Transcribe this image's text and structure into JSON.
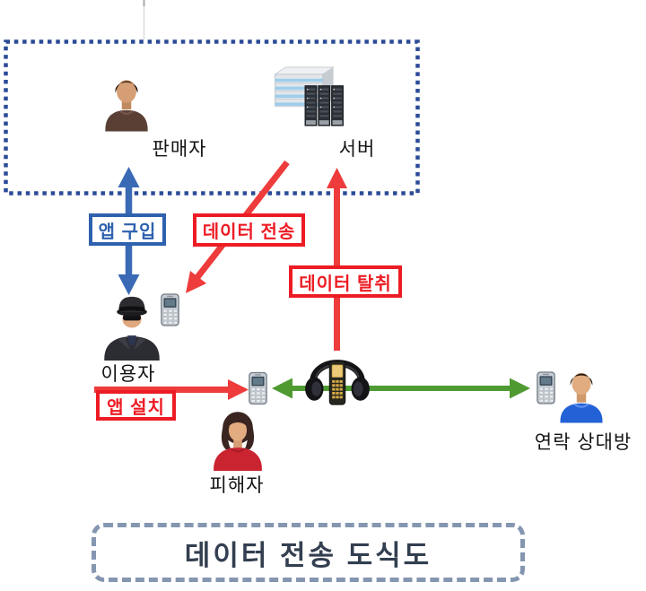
{
  "title": {
    "text": "데이터 전송 도식도"
  },
  "nodes": {
    "seller": {
      "label": "판매자"
    },
    "server": {
      "label": "서버"
    },
    "user": {
      "label": "이용자"
    },
    "victim": {
      "label": "피해자"
    },
    "contact": {
      "label": "연락 상대방"
    }
  },
  "edges": {
    "app_purchase": {
      "label": "앱 구입",
      "color": "#2e61ae"
    },
    "data_transfer": {
      "label": "데이터 전송",
      "color": "#ed1c24"
    },
    "data_theft": {
      "label": "데이터 탈취",
      "color": "#ed1c24"
    },
    "app_install": {
      "label": "앱 설치",
      "color": "#ed1c24"
    },
    "voice_link": {
      "color": "#4f9b32"
    }
  },
  "colors": {
    "trusted_zone_border": "#2b4b97",
    "blue_arrow": "#3a6ab5",
    "red_arrow": "#ee3b3b",
    "green_arrow": "#4f9b32",
    "title_border": "#8496b0",
    "title_text": "#333f50"
  }
}
